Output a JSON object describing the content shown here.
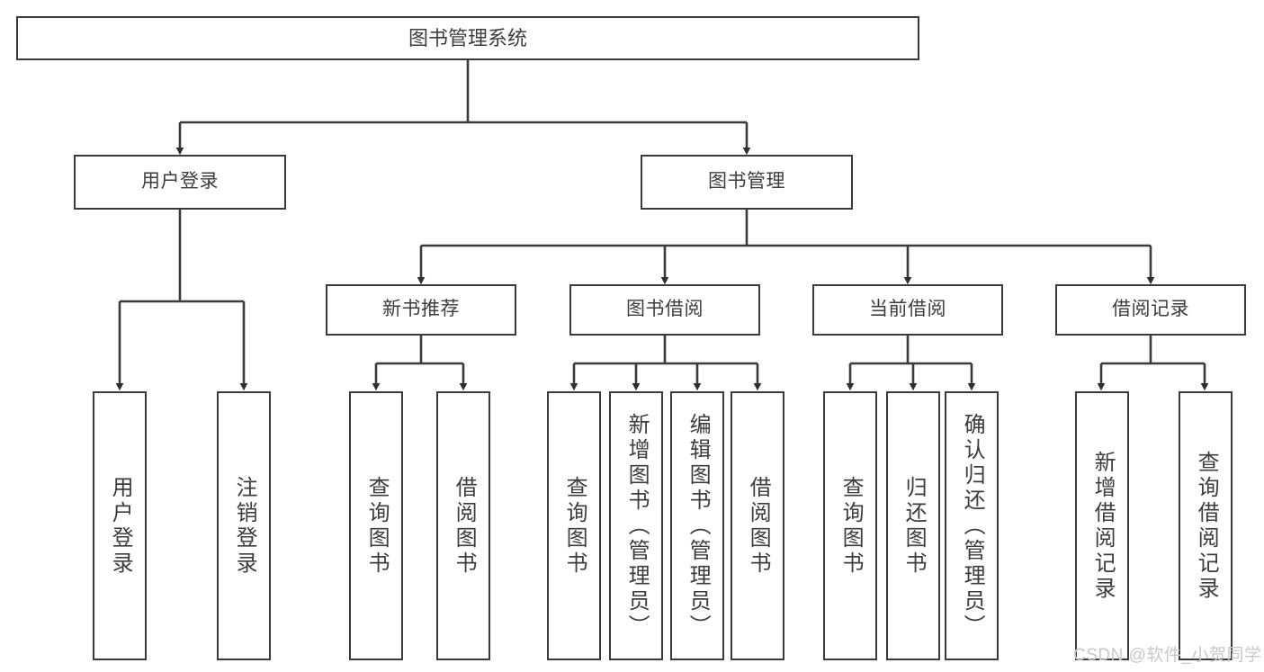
{
  "diagram": {
    "type": "tree-hierarchy-chart",
    "title": "图书管理系统",
    "colors": {
      "box_border": "#3b3b3b",
      "box_fill": "#ffffff",
      "text": "#3d3d3d",
      "connector": "#3b3b3b",
      "watermark": "#c9c9c9",
      "background": "#ffffff"
    },
    "root": {
      "label": "图书管理系统"
    },
    "level1": [
      {
        "label": "用户登录"
      },
      {
        "label": "图书管理"
      }
    ],
    "level2": [
      {
        "label": "新书推荐"
      },
      {
        "label": "图书借阅"
      },
      {
        "label": "当前借阅"
      },
      {
        "label": "借阅记录"
      }
    ],
    "leaves": {
      "user_login": [
        {
          "label": "用户登录"
        },
        {
          "label": "注销登录"
        }
      ],
      "new_book_recommend": [
        {
          "label": "查询图书"
        },
        {
          "label": "借阅图书"
        }
      ],
      "book_borrow": [
        {
          "label": "查询图书"
        },
        {
          "label": "新增图书（管理员）"
        },
        {
          "label": "编辑图书（管理员）"
        },
        {
          "label": "借阅图书"
        }
      ],
      "current_borrow": [
        {
          "label": "查询图书"
        },
        {
          "label": "归还图书"
        },
        {
          "label": "确认归还（管理员）"
        }
      ],
      "borrow_record": [
        {
          "label": "新增借阅记录"
        },
        {
          "label": "查询借阅记录"
        }
      ]
    }
  },
  "watermark": {
    "text": "CSDN @软件_小贺同学"
  }
}
